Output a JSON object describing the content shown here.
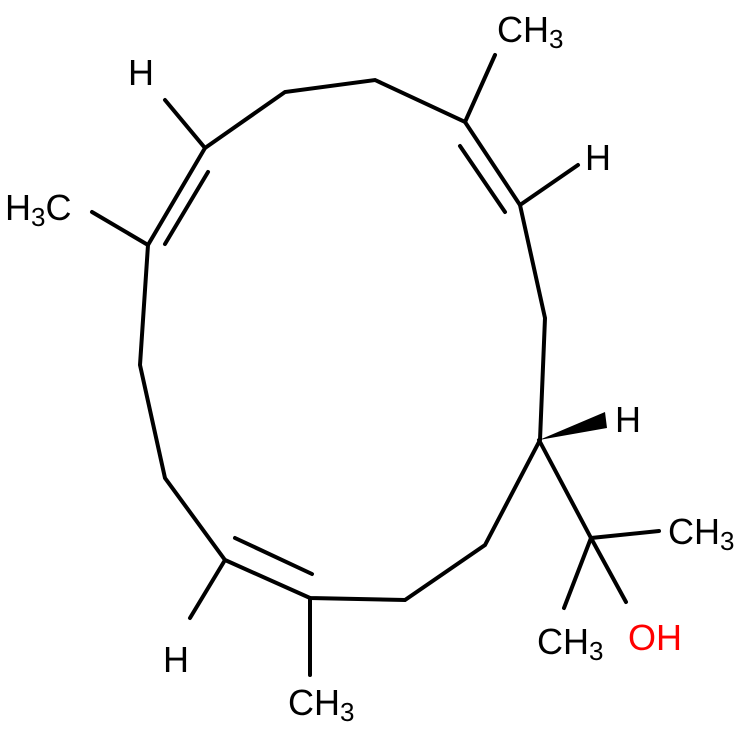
{
  "molecule": {
    "labels": {
      "h_top_left": "H",
      "ch3_top_right": "CH",
      "ch3_top_right_sub": "3",
      "h_right": "H",
      "h3c_left": "H",
      "h3c_left_sub": "3",
      "h3c_left_c": "C",
      "h_stereo": "H",
      "ch3_side": "CH",
      "ch3_side_sub": "3",
      "ch3_lower": "CH",
      "ch3_lower_sub": "3",
      "oh": "OH",
      "h_bottom_left": "H",
      "ch3_bottom": "CH",
      "ch3_bottom_sub": "3"
    },
    "colors": {
      "bond": "#000000",
      "oxygen": "#ff0000"
    }
  }
}
